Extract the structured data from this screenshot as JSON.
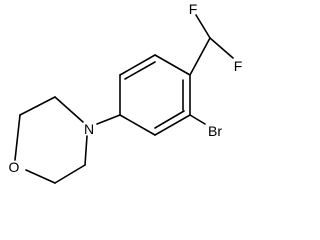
{
  "molecule": {
    "atoms": {
      "fluorine_1": "F",
      "fluorine_2": "F",
      "bromine": "Br",
      "nitrogen": "N",
      "oxygen": "O"
    }
  }
}
